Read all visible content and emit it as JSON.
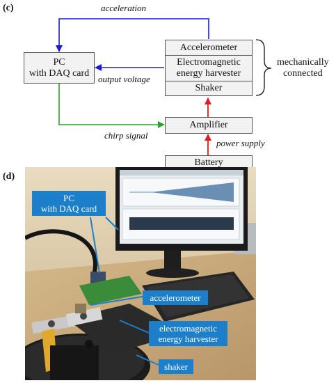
{
  "panel_c": {
    "label": "(c)",
    "pc_box": [
      "PC",
      "with DAQ card"
    ],
    "accelerometer": "Accelerometer",
    "harvester": [
      "Electromagnetic",
      "energy harvester"
    ],
    "shaker": "Shaker",
    "amplifier": "Amplifier",
    "battery": "Battery",
    "mechanically_connected": [
      "mechanically",
      "connected"
    ],
    "acceleration_label": "acceleration",
    "output_voltage_label": "output voltage",
    "chirp_signal_label": "chirp signal",
    "power_supply_label": "power supply",
    "colors": {
      "feedback": "#1a1adb",
      "control": "#2aa12a",
      "power": "#e31b1b"
    }
  },
  "panel_d": {
    "label": "(d)",
    "callout_pc": [
      "PC",
      "with DAQ card"
    ],
    "callout_accelerometer": "accelerometer",
    "callout_harvester": [
      "electromagnetic",
      "energy harvester"
    ],
    "callout_shaker": "shaker",
    "callout_color": "#1d7fc9"
  }
}
